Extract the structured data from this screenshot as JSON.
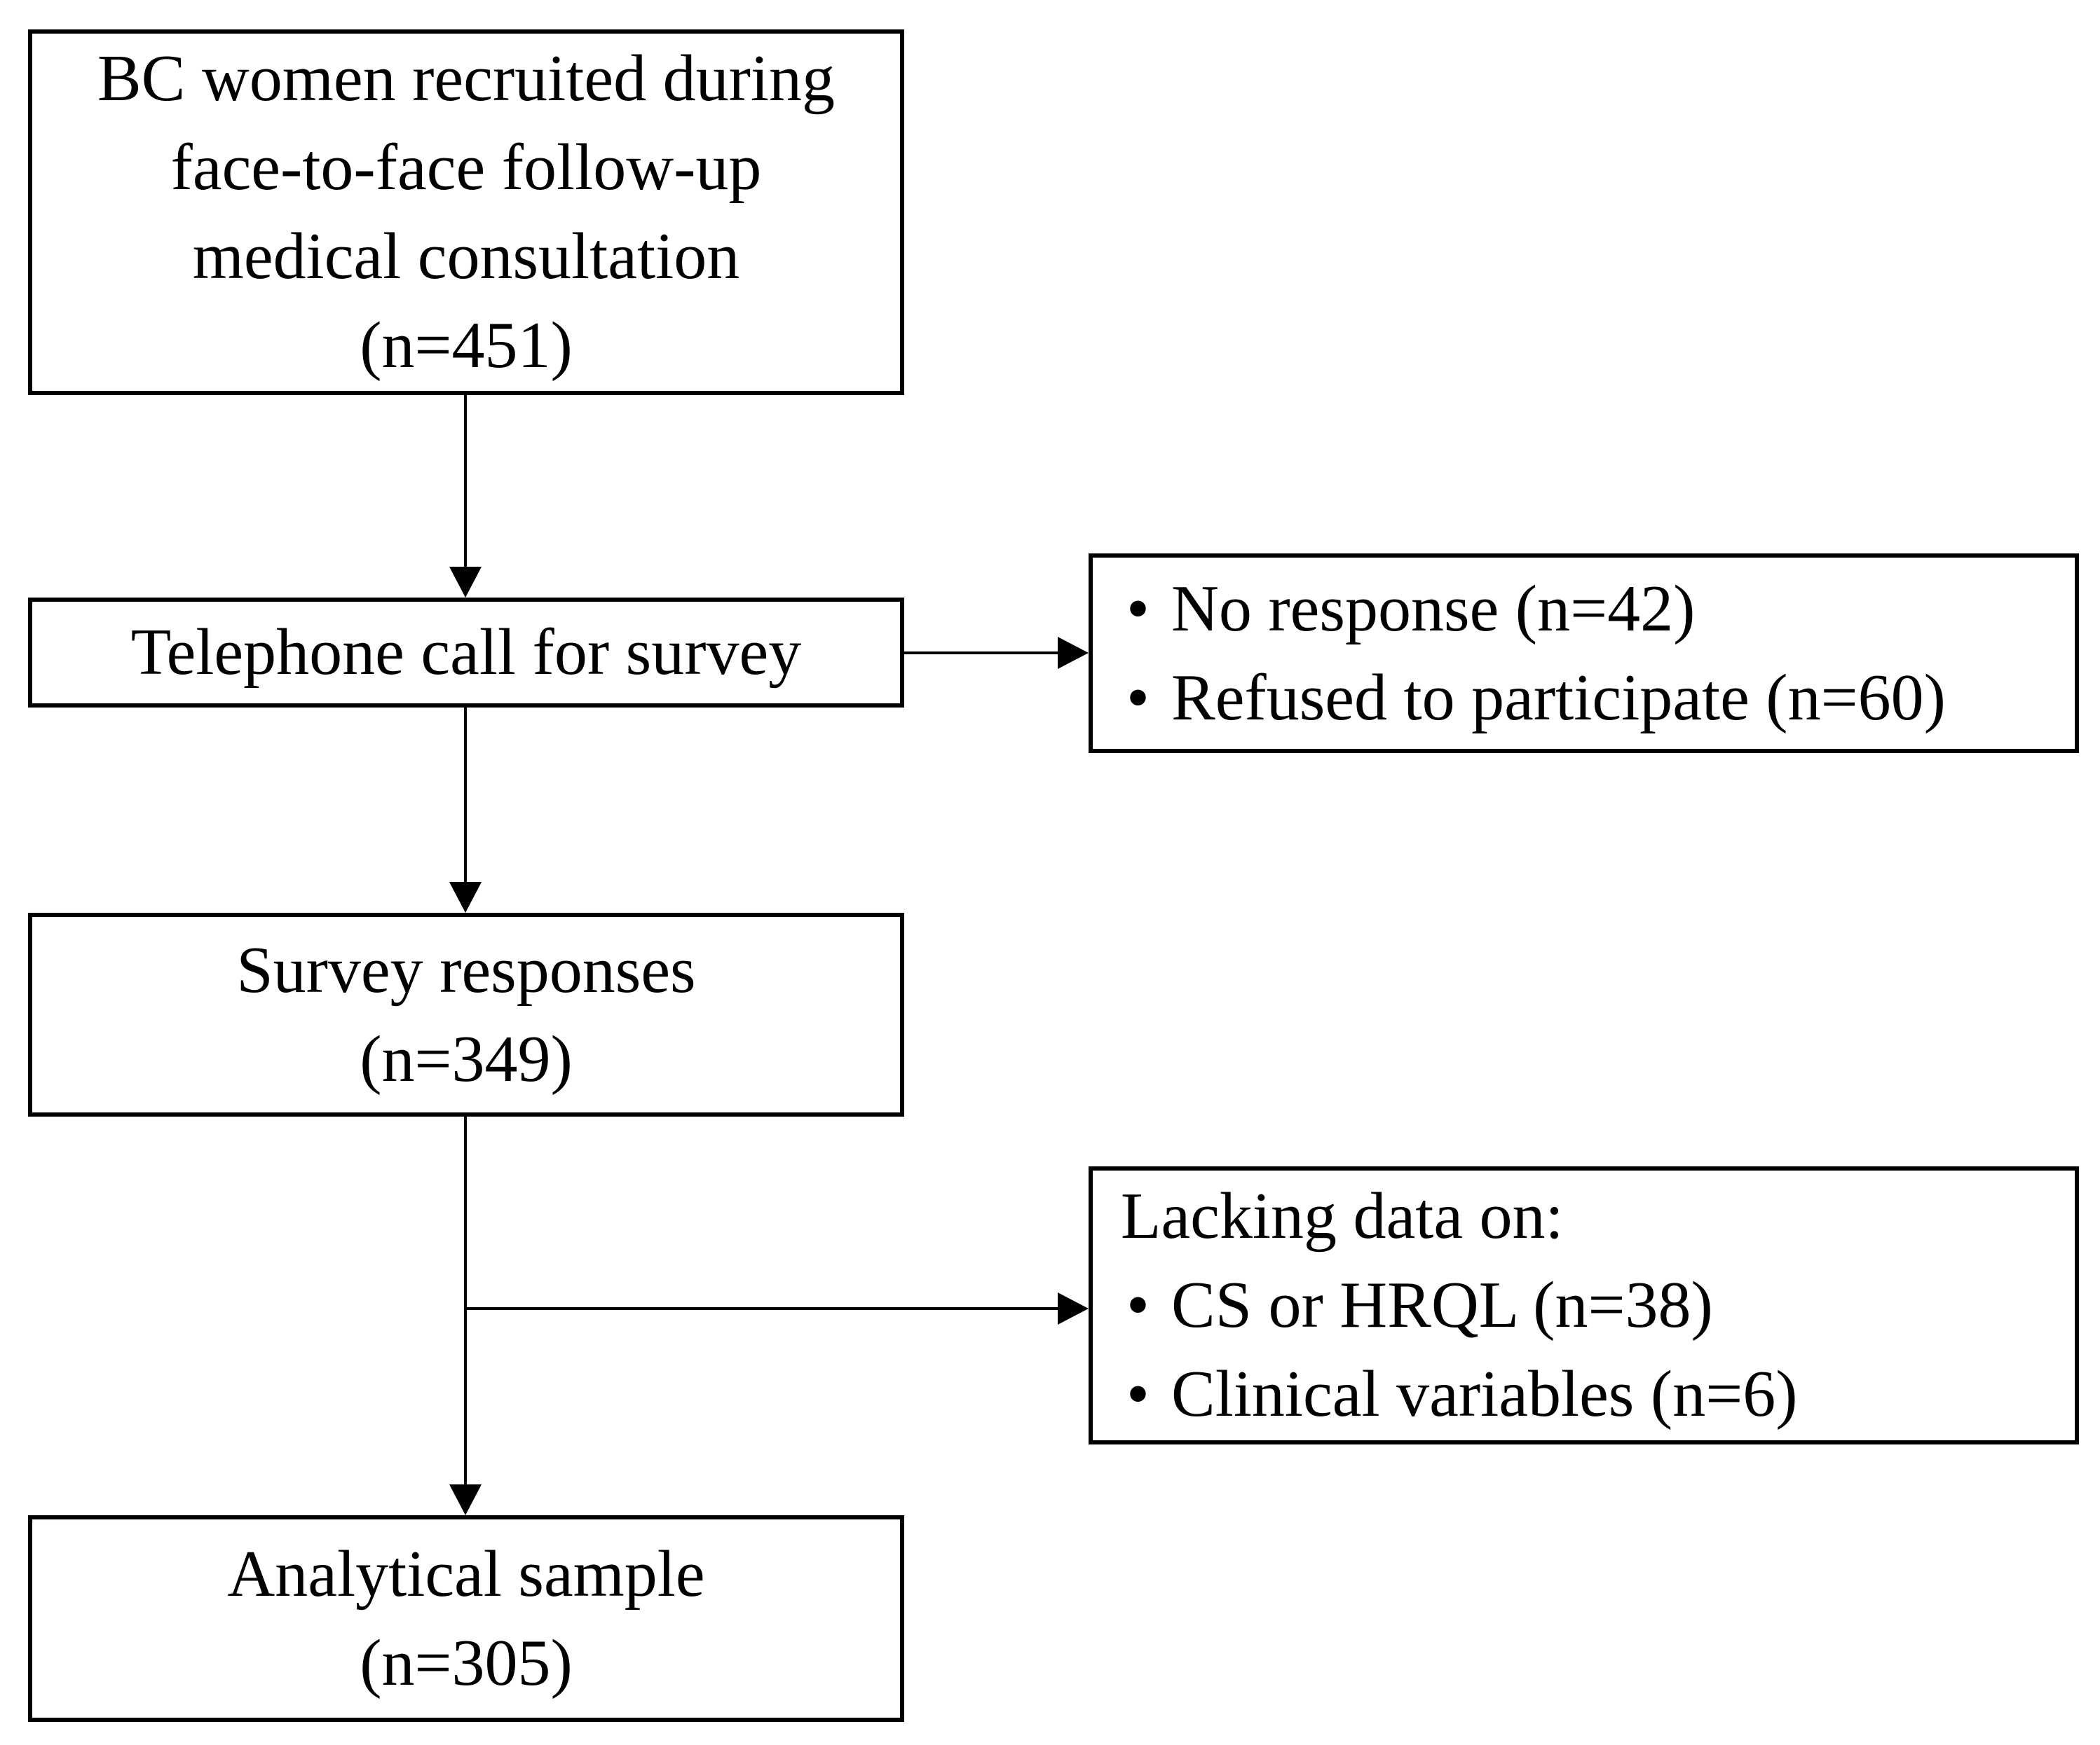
{
  "diagram": {
    "bullet_char": "•",
    "colors": {
      "background": "#ffffff",
      "line": "#000000",
      "box_fill": "#ffffff",
      "text": "#000000"
    },
    "boxes": {
      "recruited": {
        "lines": [
          "BC women recruited during",
          "face-to-face follow-up",
          "medical consultation",
          "(n=451)"
        ]
      },
      "telephone": {
        "lines": [
          "Telephone call for survey"
        ]
      },
      "survey_responses": {
        "lines": [
          "Survey responses",
          "(n=349)"
        ]
      },
      "analytical_sample": {
        "lines": [
          "Analytical sample",
          "(n=305)"
        ]
      },
      "phone_exclusions": {
        "bullets": [
          "No response (n=42)",
          "Refused to participate (n=60)"
        ]
      },
      "missing_data": {
        "title": "Lacking data on:",
        "bullets": [
          "CS or HRQL (n=38)",
          "Clinical variables (n=6)"
        ]
      }
    }
  }
}
